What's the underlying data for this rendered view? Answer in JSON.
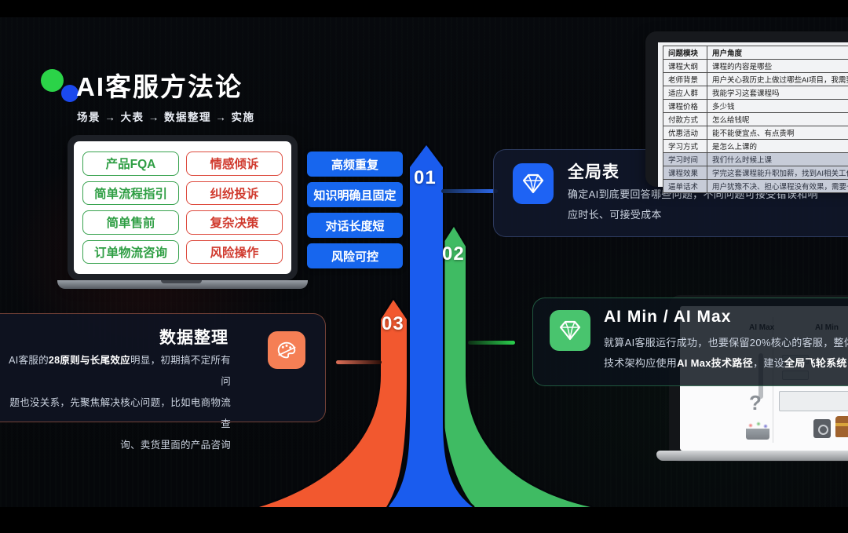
{
  "slide": {
    "title": "AI客服方法论",
    "breadcrumb": "场景 → 大表 → 数据整理 → 实施"
  },
  "scenario_chips": {
    "green": [
      "产品FQA",
      "简单流程指引",
      "简单售前",
      "订单物流咨询"
    ],
    "red": [
      "情感倾诉",
      "纠纷投诉",
      "复杂决策",
      "风险操作"
    ]
  },
  "criteria_tags": [
    "高频重复",
    "知识明确且固定",
    "对话长度短",
    "风险可控"
  ],
  "steps": [
    "01",
    "02",
    "03"
  ],
  "panel_global": {
    "title": "全局表",
    "body_line1": "确定AI到底要回答哪些问题，不同问题可接受错误和响",
    "body_line2": "应时长、可接受成本"
  },
  "panel_minmax": {
    "title": "AI Min / AI Max",
    "line1": "就算AI客服运行成功，也要保留20%核心的客服，整体",
    "line2_pre": "技术架构应使用",
    "line2_bold1": "AI Max技术路径",
    "line2_mid": "，建设",
    "line2_bold2": "全局飞轮系统"
  },
  "panel_cleanup": {
    "title": "数据整理",
    "line1_pre": "AI客服的",
    "line1_bold": "28原则与长尾效应",
    "line1_post": "明显，初期搞不定所有问",
    "line2": "题也没关系，先聚焦解决核心问题，比如电商物流查",
    "line3": "询、卖货里面的产品咨询"
  },
  "qa_table": {
    "headers": [
      "问题模块",
      "用户角度"
    ],
    "rows": [
      [
        "课程大纲",
        "课程的内容是哪些"
      ],
      [
        "老师背景",
        "用户关心我历史上做过哪些AI项目，我需要提供证据"
      ],
      [
        "适应人群",
        "我能学习这套课程吗"
      ],
      [
        "课程价格",
        "多少钱"
      ],
      [
        "付款方式",
        "怎么给钱呢"
      ],
      [
        "优惠活动",
        "能不能便宜点、有点贵啊"
      ],
      [
        "学习方式",
        "是怎么上课的"
      ],
      [
        "学习时间",
        "我们什么时候上课"
      ],
      [
        "课程效果",
        "学完这套课程能升职加薪，找到AI相关工作吗"
      ],
      [
        "逼单话术",
        "用户犹豫不决、担心课程没有效果，需要一些效果或"
      ]
    ]
  },
  "mini_screen": {
    "left_heading": "AI Max",
    "right_heading": "AI Min",
    "question_mark": "?"
  },
  "colors": {
    "ribbon_blue": "#1a5cee",
    "ribbon_green": "#3fbb63",
    "ribbon_orange": "#f2582f",
    "tag_blue": "#1766ee",
    "chip_green": "#2f9e44",
    "chip_red": "#d03a2e",
    "icon_blue": "#1e63f4",
    "icon_green": "#49c46e",
    "icon_orange": "#f57f55",
    "logo_green": "#2bd348",
    "logo_blue": "#1b49ee"
  }
}
